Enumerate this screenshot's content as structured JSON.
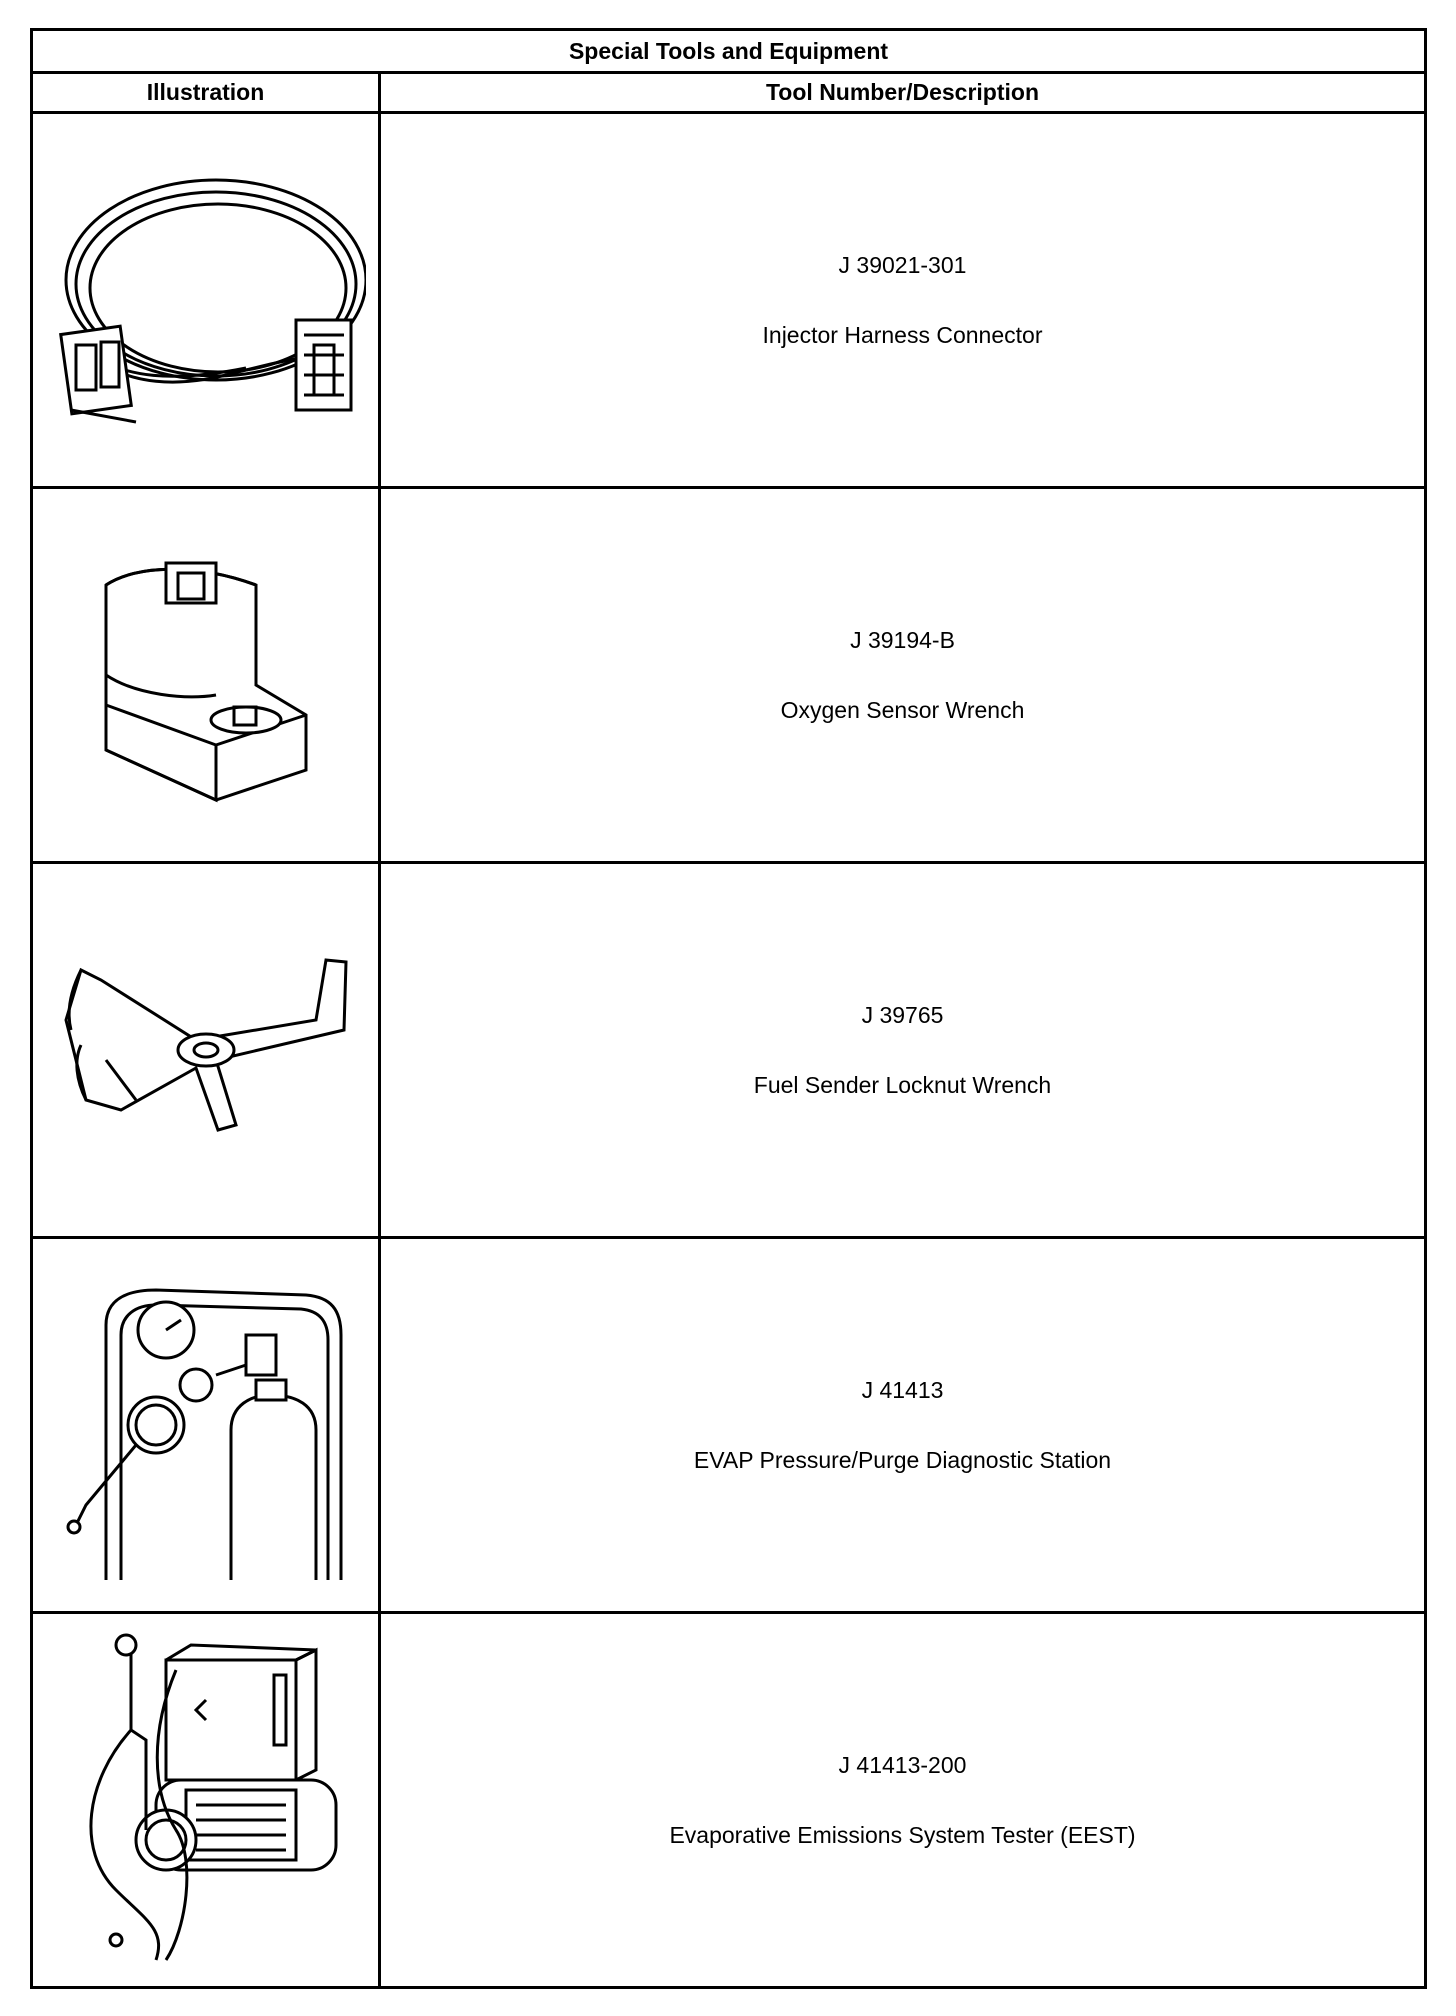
{
  "table": {
    "title": "Special Tools and Equipment",
    "headers": {
      "illustration": "Illustration",
      "description": "Tool Number/Description"
    },
    "rows": [
      {
        "number": "J 39021-301",
        "name": "Injector Harness Connector",
        "icon": "harness-connector-icon"
      },
      {
        "number": "J 39194-B",
        "name": "Oxygen Sensor Wrench",
        "icon": "socket-wrench-icon"
      },
      {
        "number": "J 39765",
        "name": "Fuel Sender Locknut Wrench",
        "icon": "spanner-wrench-icon"
      },
      {
        "number": "J 41413",
        "name": "EVAP Pressure/Purge Diagnostic Station",
        "icon": "diagnostic-cart-icon"
      },
      {
        "number": "J 41413-200",
        "name": "Evaporative Emissions System Tester (EEST)",
        "icon": "emissions-tester-icon"
      }
    ]
  }
}
